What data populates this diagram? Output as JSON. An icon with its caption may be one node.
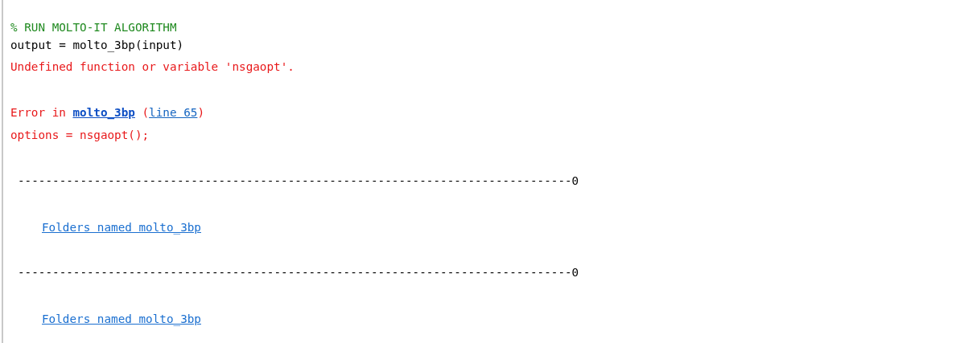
{
  "diagram": {
    "labels": [
      "% RUN MOLTO-IT ALGORITHM",
      "output = molto_3bp(input)",
      "Undefined function or variable 'nsgaopt'.",
      "Error in",
      "molto_3bp",
      "(",
      "line 65",
      ")",
      "options = nsgaopt();",
      "--------------------------------------------------------------------------------0",
      "Folders named molto_3bp",
      "--------------------------------------------------------------------------------0",
      "Folders named molto_3bp"
    ]
  }
}
